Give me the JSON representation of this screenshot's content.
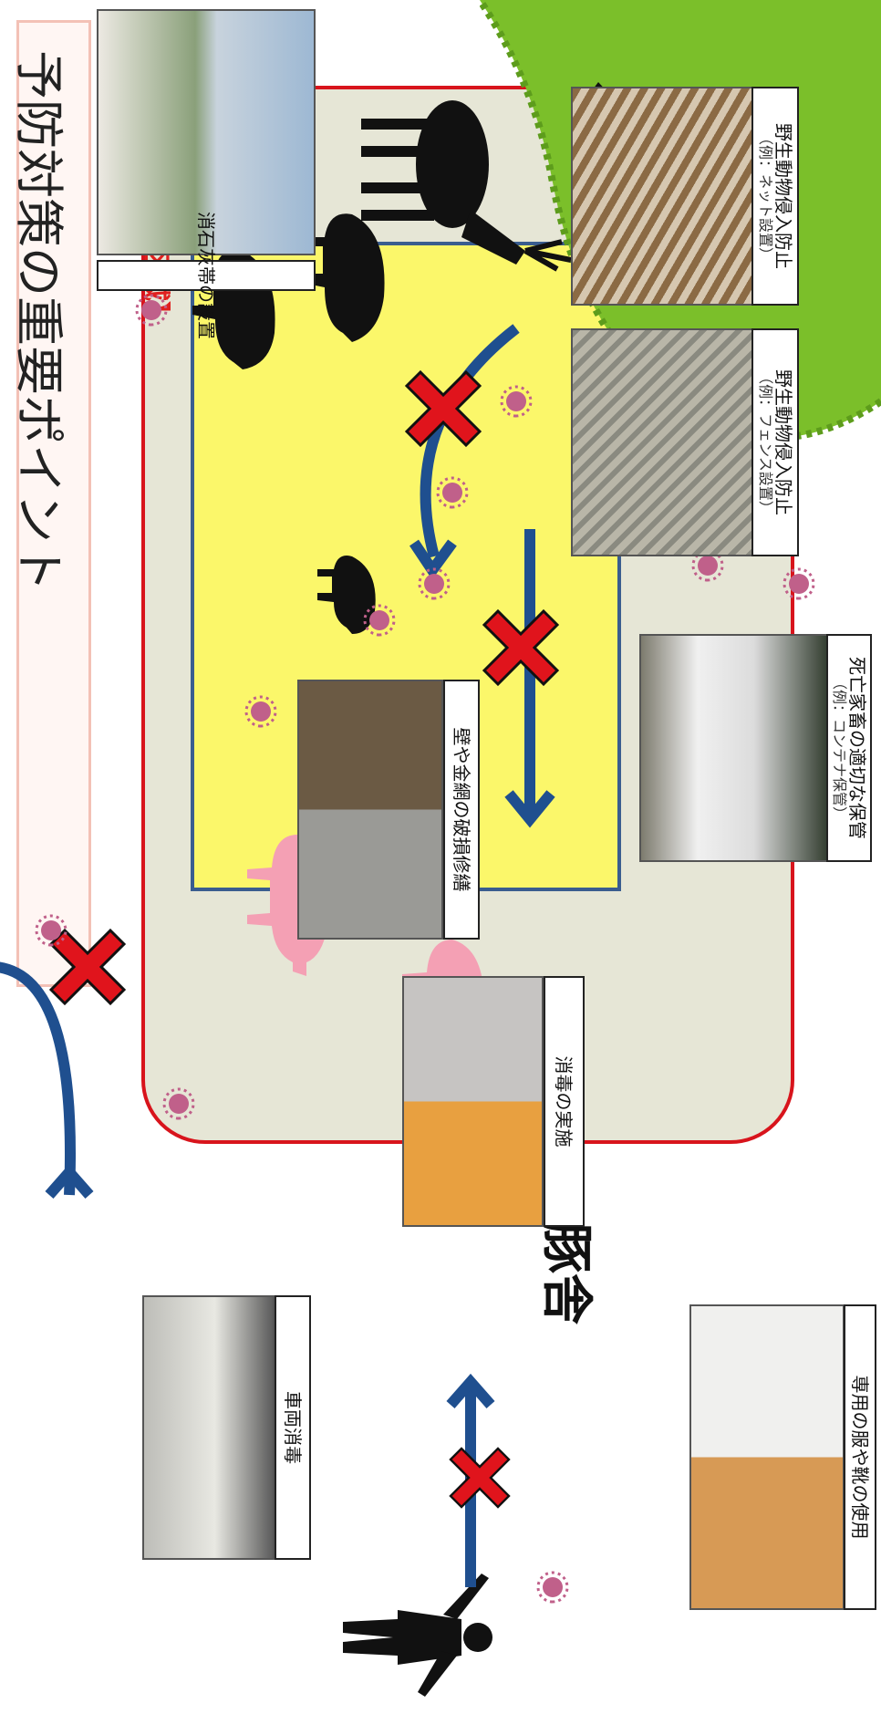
{
  "title": "予防対策の重要ポイント",
  "zone_label": "【衛生管理区域】",
  "barn_label": "豚舎",
  "captions": {
    "wildlife_fence": {
      "line1": "野生動物侵入防止",
      "line2": "（例：フェンス設置）"
    },
    "wildlife_net": {
      "line1": "野生動物侵入防止",
      "line2": "（例：ネット設置）"
    },
    "lime_belt": "消石灰帯の設置",
    "wall_repair": "壁や金網の破損修繕",
    "carcass_storage": {
      "line1": "死亡家畜の適切な保管",
      "line2": "（例：コンテナ保管）"
    },
    "disinfection": "消毒の実施",
    "vehicle_disinfection": "車両消毒",
    "dedicated_clothing": "専用の服や靴の使用"
  },
  "colors": {
    "zone_border": "#d8141c",
    "zone_fill": "#e6e6d6",
    "barn_fill": "#fbf76a",
    "barn_border": "#3a5d8f",
    "arrow": "#1f4f8f",
    "cross": "#e0141c",
    "hill": "#7bbf2a",
    "pig": "#f4a0b4",
    "virus": "#c0608a"
  },
  "icons": [
    "wild-boar-icon",
    "deer-icon",
    "crow-icon",
    "pig-icon",
    "person-silhouette-icon",
    "virus-icon",
    "cross-icon",
    "arrow-icon"
  ]
}
